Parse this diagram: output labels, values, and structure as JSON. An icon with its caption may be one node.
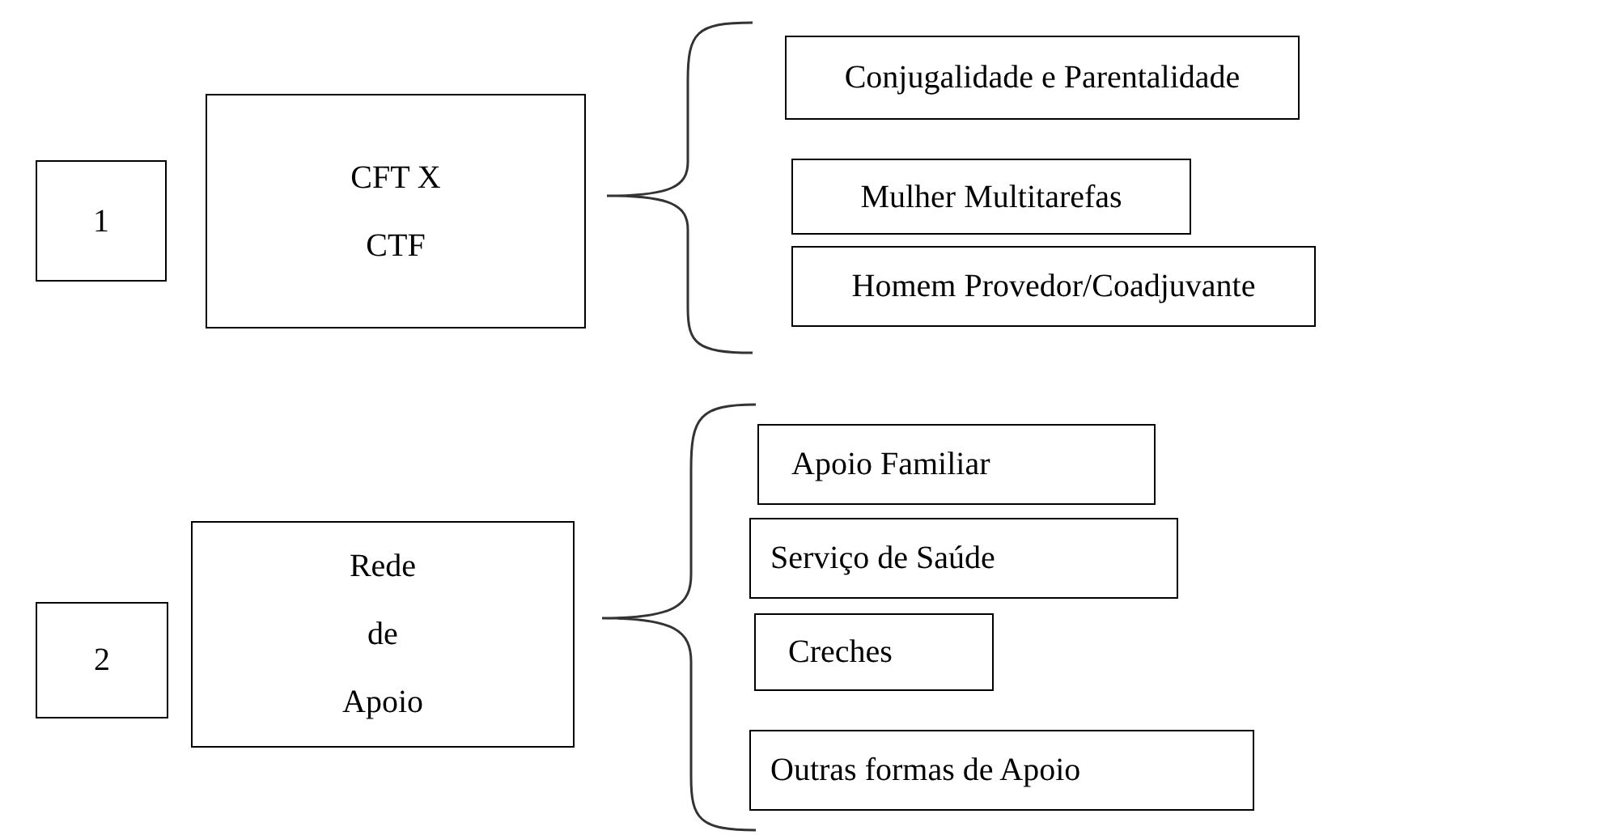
{
  "diagram": {
    "nodes": [
      {
        "text": [
          "1"
        ]
      },
      {
        "text": [
          "CFT X CTF"
        ]
      },
      {
        "text": [
          "Conjugalidade e Parentalidade"
        ]
      },
      {
        "text": [
          "Mulher Multitarefas"
        ]
      },
      {
        "text": [
          "Homem Provedor/Coadjuvante"
        ]
      },
      {
        "text": [
          "2"
        ]
      },
      {
        "text": [
          "Rede de Apoio"
        ]
      },
      {
        "text": [
          "Apoio Familiar"
        ]
      },
      {
        "text": [
          "Serviço de Saúde"
        ]
      },
      {
        "text": [
          "Creches"
        ]
      },
      {
        "text": [
          "Outras formas de Apoio"
        ]
      }
    ]
  }
}
